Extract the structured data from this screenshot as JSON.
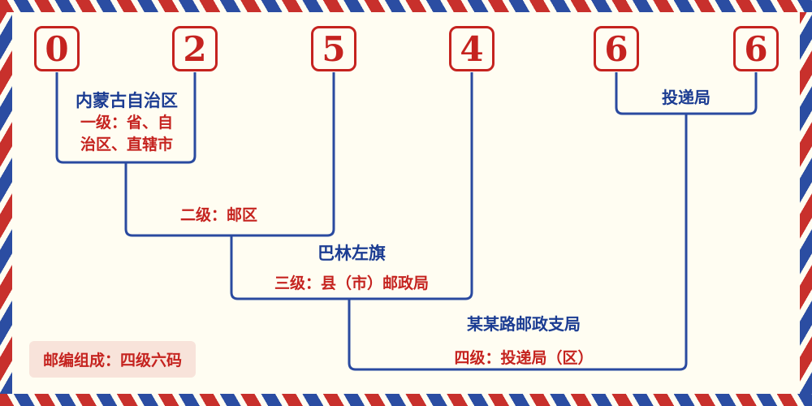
{
  "diagram": {
    "digits": [
      "0",
      "2",
      "5",
      "4",
      "6",
      "6"
    ],
    "level1": {
      "region": "内蒙古自治区",
      "desc_line1": "一级：省、自",
      "desc_line2": "治区、直辖市"
    },
    "level2": {
      "desc": "二级：邮区"
    },
    "level3": {
      "name": "巴林左旗",
      "desc": "三级：县（市）邮政局"
    },
    "level4": {
      "name": "某某路邮政支局",
      "desc": "四级：投递局（区）"
    },
    "delivery": {
      "label": "投递局"
    },
    "footer": {
      "composition": "邮编组成：四级六码"
    }
  },
  "colors": {
    "digit_red": "#c5231f",
    "line_blue": "#2a4aa0",
    "text_blue": "#1b3c92",
    "background": "#fffdf2",
    "badge_background": "#f8e3da",
    "border_red": "#c8302c",
    "border_blue": "#2b4da2"
  }
}
